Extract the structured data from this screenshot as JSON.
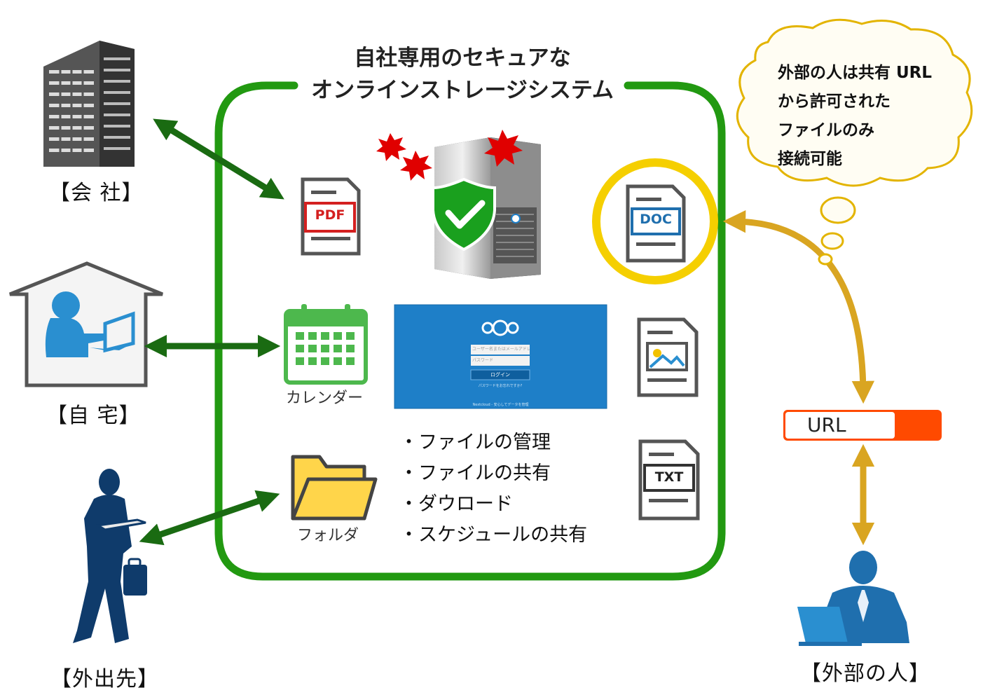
{
  "system_title": {
    "line1": "自社専用のセキュアな",
    "line2": "オンラインストレージシステム"
  },
  "locations": {
    "office": "【会 社】",
    "home": "【自 宅】",
    "outside": "【外出先】",
    "external": "【外部の人】"
  },
  "file_icons": {
    "pdf": "PDF",
    "doc": "DOC",
    "txt": "TXT"
  },
  "app_icons": {
    "calendar": "カレンダー",
    "folder": "フォルダ"
  },
  "features": [
    "・ファイルの管理",
    "・ファイルの共有",
    "・ダウロード",
    "・スケジュールの共有"
  ],
  "thought_bubble": [
    "外部の人は共有 URL",
    "から許可された",
    "ファイルのみ",
    "接続可能"
  ],
  "url_box": "URL",
  "login_screen": {
    "username_placeholder": "ユーザー名またはメールアドレス",
    "password_placeholder": "パスワード",
    "login_button": "ログイン",
    "forgot_link": "パスワードをお忘れですか?",
    "footer": "Nextcloud - 安心してデータを管理"
  },
  "colors": {
    "green_frame": "#229911",
    "dark_green_arrow": "#1a6b12",
    "gold_arrow": "#d9a521",
    "yellow_ring": "#f5cf00",
    "person_blue": "#2a8fd0",
    "navy_silhouette": "#0f3b6b",
    "url_accent": "#ff4a00",
    "login_bg": "#1e7fc8"
  }
}
